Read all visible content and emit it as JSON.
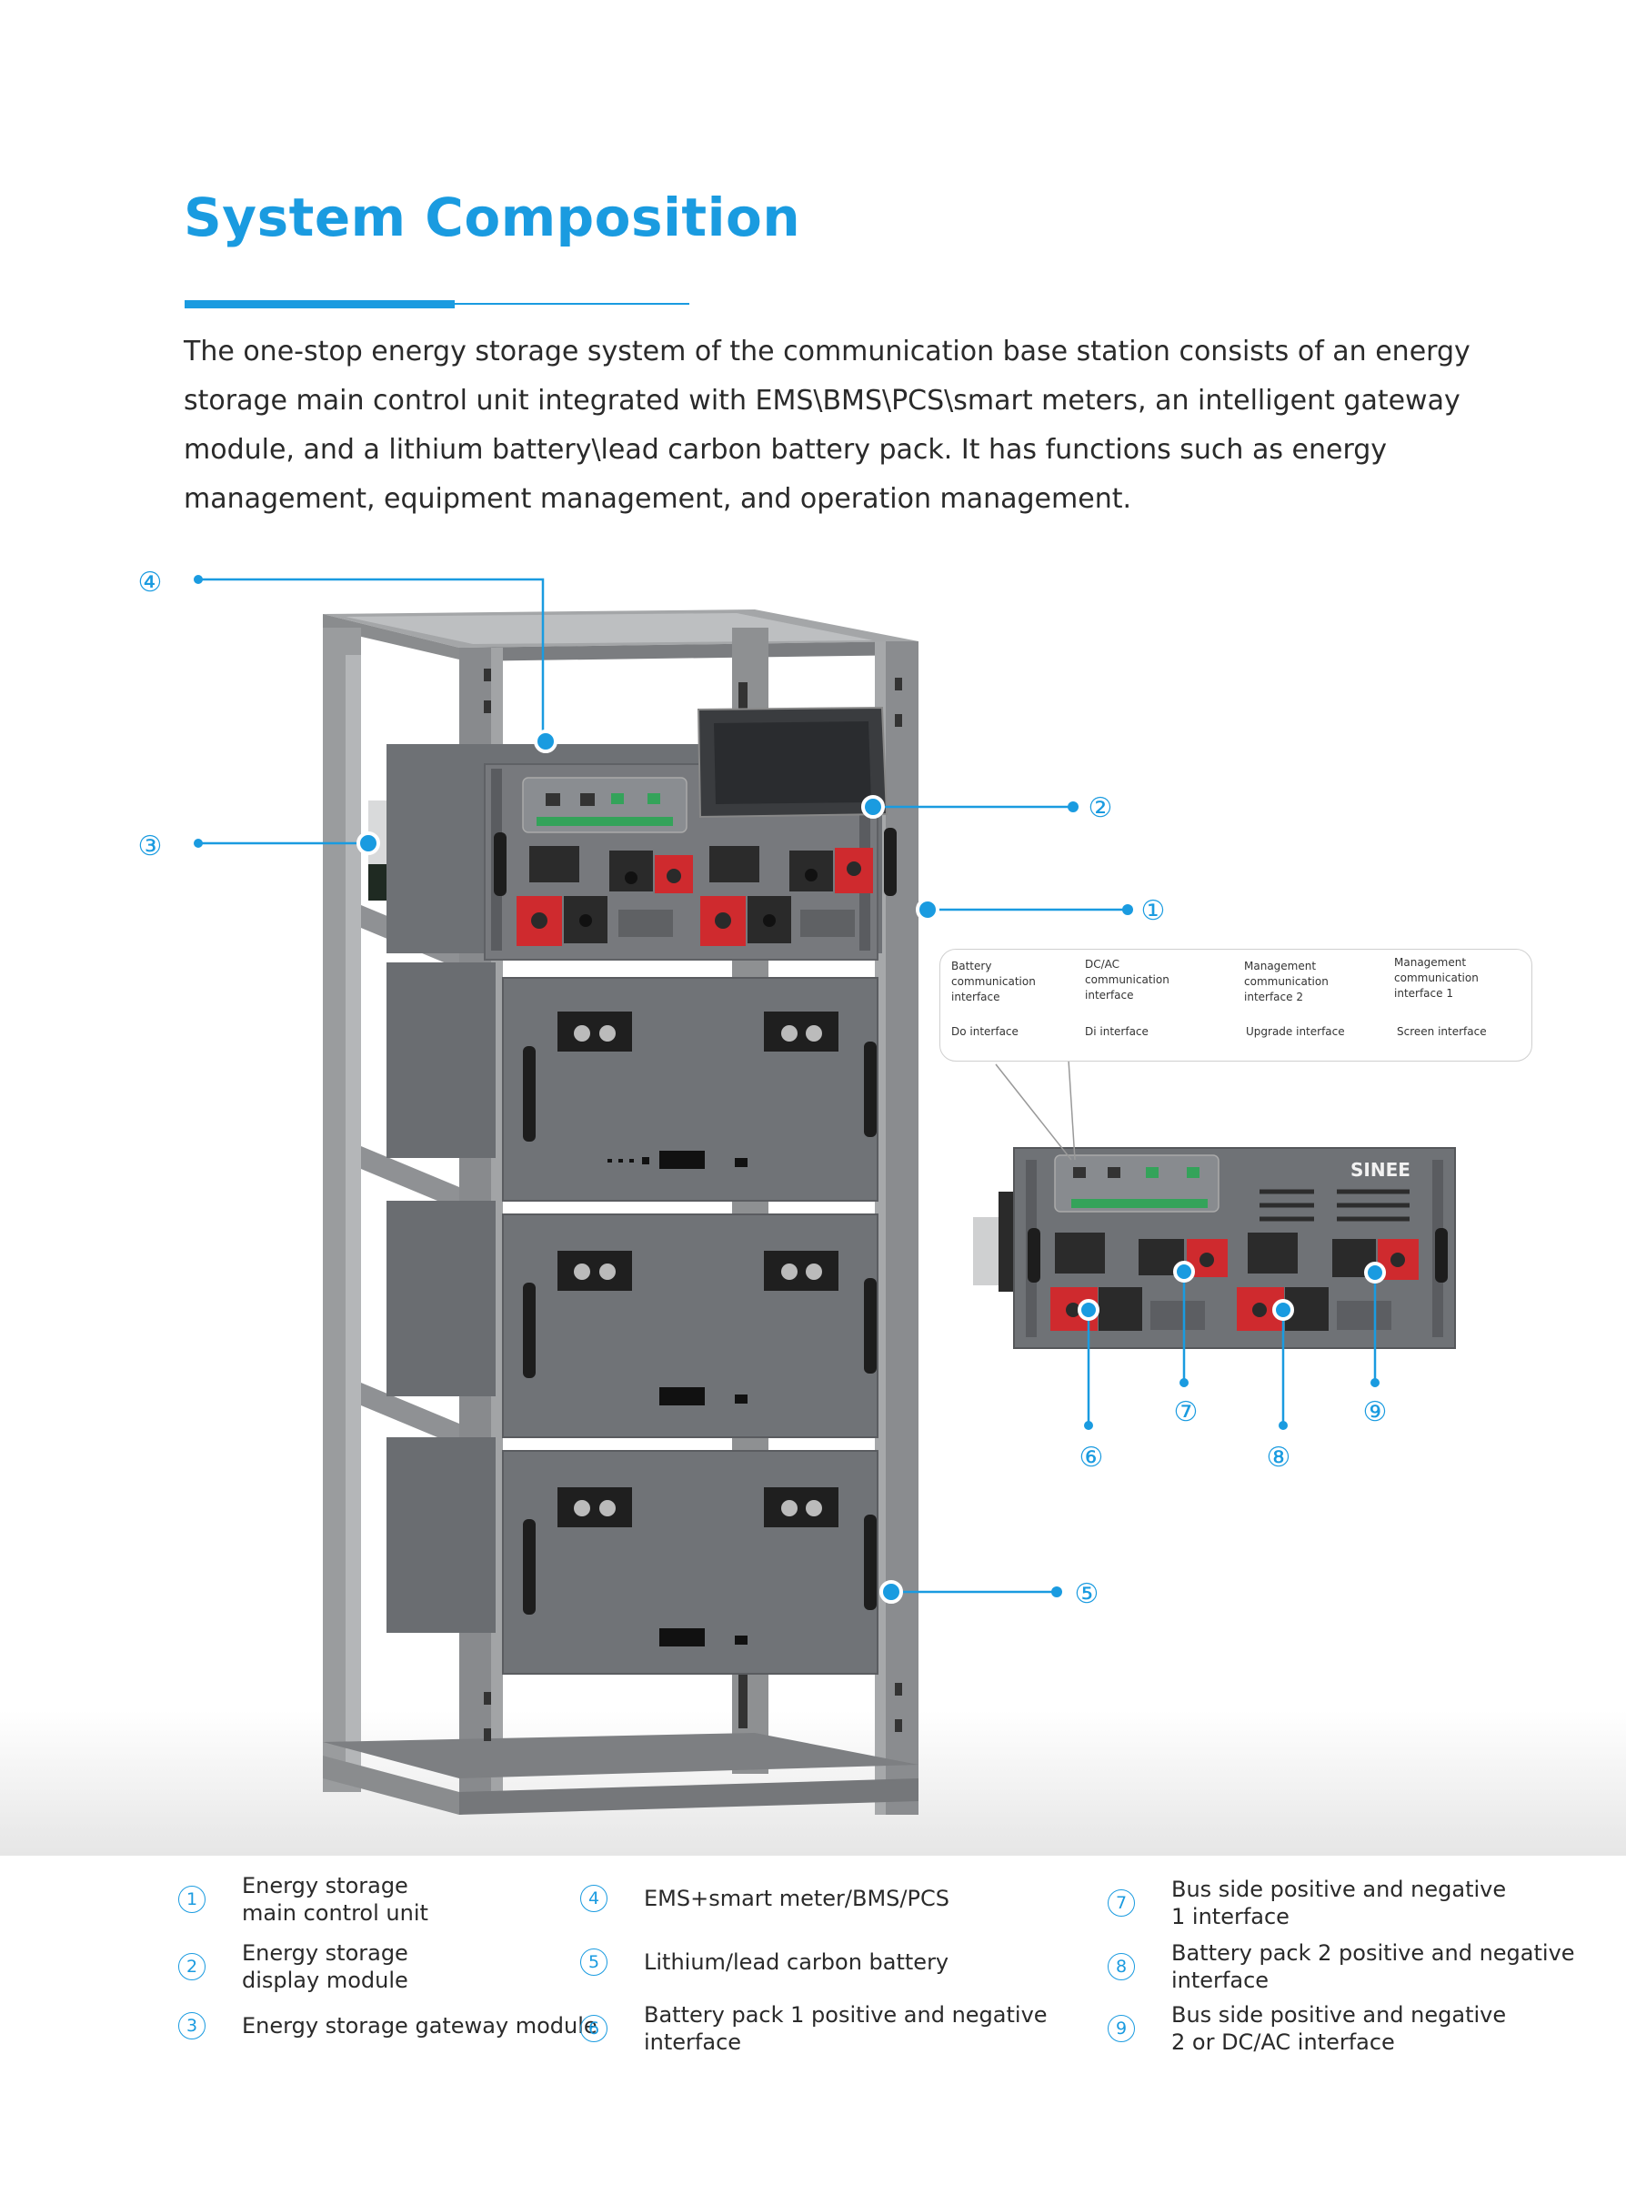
{
  "header": {
    "title": "System Composition",
    "intro": "The one-stop energy storage system of the communication base station consists of an energy storage main control unit integrated with EMS\\BMS\\PCS\\smart meters, an intelligent gateway module, and a lithium battery\\lead carbon battery pack. It has functions such as energy management, equipment management, and operation management."
  },
  "callouts": {
    "n1": "①",
    "n2": "②",
    "n3": "③",
    "n4": "④",
    "n5": "⑤",
    "n6": "⑥",
    "n7": "⑦",
    "n8": "⑧",
    "n9": "⑨"
  },
  "ports": [
    {
      "label": "Battery\ncommunication\ninterface"
    },
    {
      "label": "DC/AC\ncommunication\ninterface"
    },
    {
      "label": "Management\ncommunication\ninterface 2"
    },
    {
      "label": "Management\ncommunication\ninterface 1"
    },
    {
      "label": "Do interface"
    },
    {
      "label": "Di interface"
    },
    {
      "label": "Upgrade interface"
    },
    {
      "label": "Screen interface"
    }
  ],
  "brand": "SINEE",
  "legend": [
    {
      "num": "1",
      "text": "Energy storage\nmain control unit"
    },
    {
      "num": "2",
      "text": "Energy storage\ndisplay module"
    },
    {
      "num": "3",
      "text": "Energy storage gateway module"
    },
    {
      "num": "4",
      "text": "EMS+smart meter/BMS/PCS"
    },
    {
      "num": "5",
      "text": "Lithium/lead carbon battery"
    },
    {
      "num": "6",
      "text": "Battery pack 1 positive and negative\ninterface"
    },
    {
      "num": "7",
      "text": "Bus side positive and negative\n1 interface"
    },
    {
      "num": "8",
      "text": "Battery pack 2 positive and negative\ninterface"
    },
    {
      "num": "9",
      "text": "Bus side positive and negative\n2 or DC/AC interface"
    }
  ],
  "colors": {
    "accent": "#1a9be0",
    "rack": "#8b8d8f",
    "module": "#6c6f73",
    "terminal_red": "#d42a2f"
  }
}
